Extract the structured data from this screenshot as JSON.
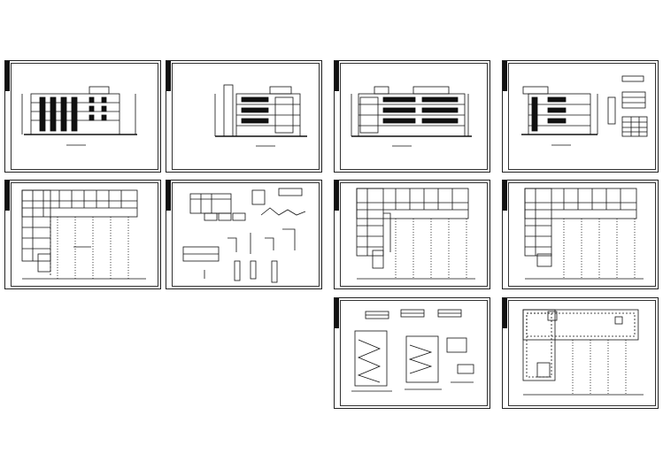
{
  "drawing_set": {
    "sheets": [
      {
        "id": "elevation-front",
        "kind": "elevation"
      },
      {
        "id": "elevation-side",
        "kind": "elevation"
      },
      {
        "id": "elevation-rear",
        "kind": "elevation"
      },
      {
        "id": "elevation-details",
        "kind": "elevation"
      },
      {
        "id": "plan-ground-floor",
        "kind": "plan"
      },
      {
        "id": "details-sheet",
        "kind": "details"
      },
      {
        "id": "plan-upper-floor",
        "kind": "plan"
      },
      {
        "id": "plan-typical-floor",
        "kind": "plan"
      },
      {
        "id": "stair-sections",
        "kind": "section"
      },
      {
        "id": "plan-roof",
        "kind": "plan"
      }
    ]
  },
  "colors": {
    "paper": "#ffffff",
    "ink": "#111111",
    "frame": "#222222"
  }
}
